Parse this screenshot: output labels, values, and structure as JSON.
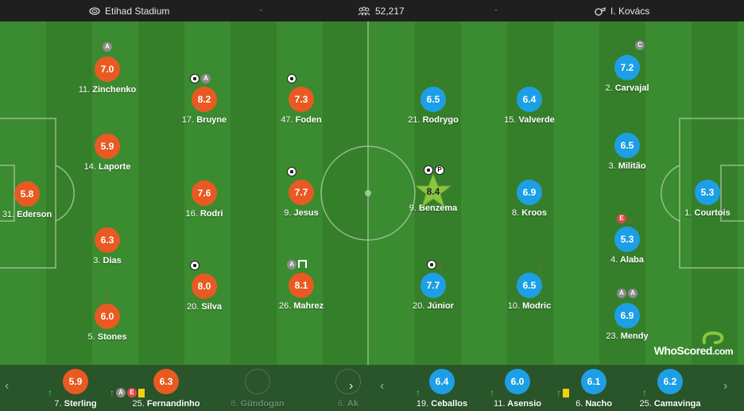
{
  "header": {
    "stadium": "Etihad Stadium",
    "attendance": "52,217",
    "referee": "I. Kovács",
    "separator": "·"
  },
  "home_players": [
    {
      "name": "Ederson",
      "number": "31.",
      "rating": "5.8"
    },
    {
      "name": "Zinchenko",
      "number": "11.",
      "rating": "7.0",
      "badges": [
        "A"
      ]
    },
    {
      "name": "Laporte",
      "number": "14.",
      "rating": "5.9"
    },
    {
      "name": "Dias",
      "number": "3.",
      "rating": "6.3"
    },
    {
      "name": "Stones",
      "number": "5.",
      "rating": "6.0",
      "badges": [
        "sub-off"
      ]
    },
    {
      "name": "Bruyne",
      "number": "17.",
      "rating": "8.2",
      "badges": [
        "goal",
        "A"
      ]
    },
    {
      "name": "Rodri",
      "number": "16.",
      "rating": "7.6"
    },
    {
      "name": "Silva",
      "number": "20.",
      "rating": "8.0",
      "badges": [
        "goal"
      ]
    },
    {
      "name": "Foden",
      "number": "47.",
      "rating": "7.3",
      "badges": [
        "goal"
      ]
    },
    {
      "name": "Jesus",
      "number": "9.",
      "rating": "7.7",
      "badges": [
        "goal",
        "sub-off"
      ]
    },
    {
      "name": "Mahrez",
      "number": "26.",
      "rating": "8.1",
      "badges": [
        "A",
        "woodwork"
      ]
    }
  ],
  "away_players": [
    {
      "name": "Rodrygo",
      "number": "21.",
      "rating": "6.5",
      "badges": [
        "sub-off"
      ]
    },
    {
      "name": "Benzema",
      "number": "9.",
      "rating": "8.4",
      "badges": [
        "goal",
        "P"
      ],
      "motm": true
    },
    {
      "name": "Júnior",
      "number": "20.",
      "rating": "7.7",
      "badges": [
        "goal",
        "sub-off"
      ]
    },
    {
      "name": "Valverde",
      "number": "15.",
      "rating": "6.4"
    },
    {
      "name": "Kroos",
      "number": "8.",
      "rating": "6.9"
    },
    {
      "name": "Modric",
      "number": "10.",
      "rating": "6.5",
      "badges": [
        "sub-off"
      ]
    },
    {
      "name": "Carvajal",
      "number": "2.",
      "rating": "7.2",
      "badges": [
        "C"
      ]
    },
    {
      "name": "Militão",
      "number": "3.",
      "rating": "6.5"
    },
    {
      "name": "Alaba",
      "number": "4.",
      "rating": "5.3",
      "badges": [
        "E",
        "sub-off"
      ]
    },
    {
      "name": "Mendy",
      "number": "23.",
      "rating": "6.9",
      "badges": [
        "A",
        "A"
      ]
    },
    {
      "name": "Courtois",
      "number": "1.",
      "rating": "5.3"
    }
  ],
  "home_subs": [
    {
      "name": "Sterling",
      "number": "7.",
      "rating": "5.9",
      "badges": [
        "sub-on"
      ]
    },
    {
      "name": "Fernandinho",
      "number": "25.",
      "rating": "6.3",
      "badges": [
        "sub-on",
        "A",
        "E",
        "yellow"
      ]
    },
    {
      "name": "Gündogan",
      "number": "8.",
      "rating": null
    },
    {
      "name": "Ak",
      "number": "6.",
      "rating": null
    }
  ],
  "away_subs": [
    {
      "name": "Ceballos",
      "number": "19.",
      "rating": "6.4",
      "badges": [
        "sub-on"
      ]
    },
    {
      "name": "Asensio",
      "number": "11.",
      "rating": "6.0",
      "badges": [
        "sub-on"
      ]
    },
    {
      "name": "Nacho",
      "number": "6.",
      "rating": "6.1",
      "badges": [
        "sub-on",
        "yellow"
      ]
    },
    {
      "name": "Camavinga",
      "number": "25.",
      "rating": "6.2",
      "badges": [
        "sub-on"
      ]
    }
  ],
  "brand": {
    "name": "WhoScored",
    "suffix": ".com"
  },
  "nav": {
    "prev": "‹",
    "next": "›"
  },
  "colors": {
    "home": "#e85a22",
    "away": "#1d9fe6",
    "motm": "#8ac53f",
    "pitch": "#3b8b30"
  }
}
